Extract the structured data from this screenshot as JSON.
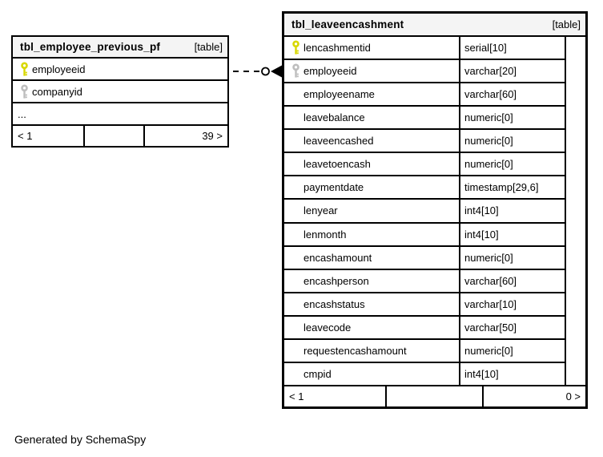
{
  "colors": {
    "background": "#ffffff",
    "line": "#000000",
    "header_background": "#f4f4f4",
    "primary_key_icon": "#d8d800",
    "foreign_key_icon": "#bdbdbd"
  },
  "left_table": {
    "title": "tbl_employee_previous_pf",
    "badge": "[table]",
    "rows": [
      {
        "key": "primary",
        "name": "employeeid"
      },
      {
        "key": "foreign",
        "name": "companyid"
      },
      {
        "key": "none",
        "name": "..."
      }
    ],
    "paginator": {
      "first": "< 1",
      "middle": "",
      "last": "39 >"
    }
  },
  "right_table": {
    "title": "tbl_leaveencashment",
    "badge": "[table]",
    "rows": [
      {
        "key": "primary",
        "name": "lencashmentid",
        "type": "serial[10]"
      },
      {
        "key": "foreign",
        "name": "employeeid",
        "type": "varchar[20]"
      },
      {
        "key": "none",
        "name": "employeename",
        "type": "varchar[60]"
      },
      {
        "key": "none",
        "name": "leavebalance",
        "type": "numeric[0]"
      },
      {
        "key": "none",
        "name": "leaveencashed",
        "type": "numeric[0]"
      },
      {
        "key": "none",
        "name": "leavetoencash",
        "type": "numeric[0]"
      },
      {
        "key": "none",
        "name": "paymentdate",
        "type": "timestamp[29,6]"
      },
      {
        "key": "none",
        "name": "lenyear",
        "type": "int4[10]"
      },
      {
        "key": "none",
        "name": "lenmonth",
        "type": "int4[10]"
      },
      {
        "key": "none",
        "name": "encashamount",
        "type": "numeric[0]"
      },
      {
        "key": "none",
        "name": "encashperson",
        "type": "varchar[60]"
      },
      {
        "key": "none",
        "name": "encashstatus",
        "type": "varchar[10]"
      },
      {
        "key": "none",
        "name": "leavecode",
        "type": "varchar[50]"
      },
      {
        "key": "none",
        "name": "requestencashamount",
        "type": "numeric[0]"
      },
      {
        "key": "none",
        "name": "cmpid",
        "type": "int4[10]"
      }
    ],
    "paginator": {
      "first": "< 1",
      "middle": "",
      "last": "0 >"
    }
  },
  "connector": {
    "style": "dashed",
    "endpoint": "circle-arrow"
  },
  "footer": {
    "note": "Generated by SchemaSpy"
  }
}
